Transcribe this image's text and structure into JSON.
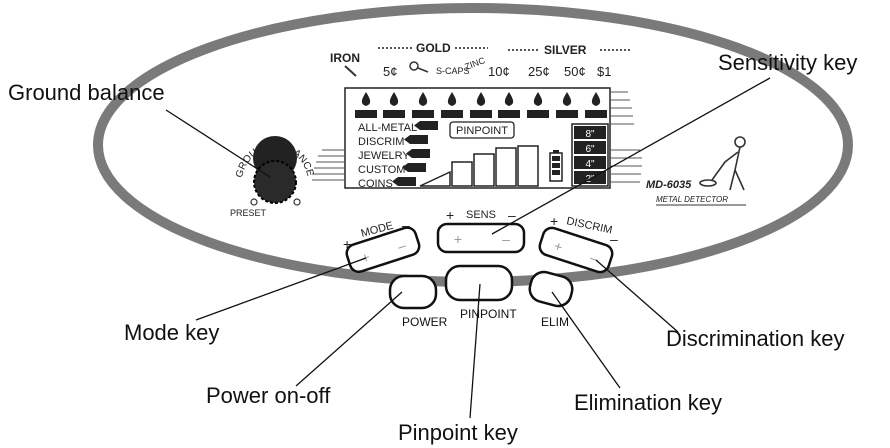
{
  "callouts": {
    "ground_balance": "Ground balance",
    "sensitivity_key": "Sensitivity key",
    "mode_key": "Mode key",
    "discrimination_key": "Discrimination key",
    "power_on_off": "Power on-off",
    "elimination_key": "Elimination key",
    "pinpoint_key": "Pinpoint key"
  },
  "panel": {
    "ground_balance_label": "GROUND BALANCE",
    "preset_label": "PRESET",
    "mode_label": "MODE",
    "sens_label": "SENS",
    "discrim_label": "DISCRIM",
    "plus": "+",
    "minus": "–",
    "power_label": "POWER",
    "pinpoint_label": "PINPOINT",
    "elim_label": "ELIM",
    "model": "MD-6035",
    "brand": "METAL DETECTOR"
  },
  "display": {
    "iron": "IRON",
    "gold": "GOLD",
    "silver": "SILVER",
    "scaps": "S-CAPS",
    "zinc": "ZINC",
    "coin_labels": [
      "5¢",
      "10¢",
      "25¢",
      "50¢",
      "$1"
    ],
    "modes": [
      "ALL-METAL",
      "DISCRIM",
      "JEWELRY",
      "CUSTOM",
      "COINS"
    ],
    "pinpoint_box": "PINPOINT",
    "depths": [
      "8\"",
      "6\"",
      "4\"",
      "2\""
    ]
  }
}
